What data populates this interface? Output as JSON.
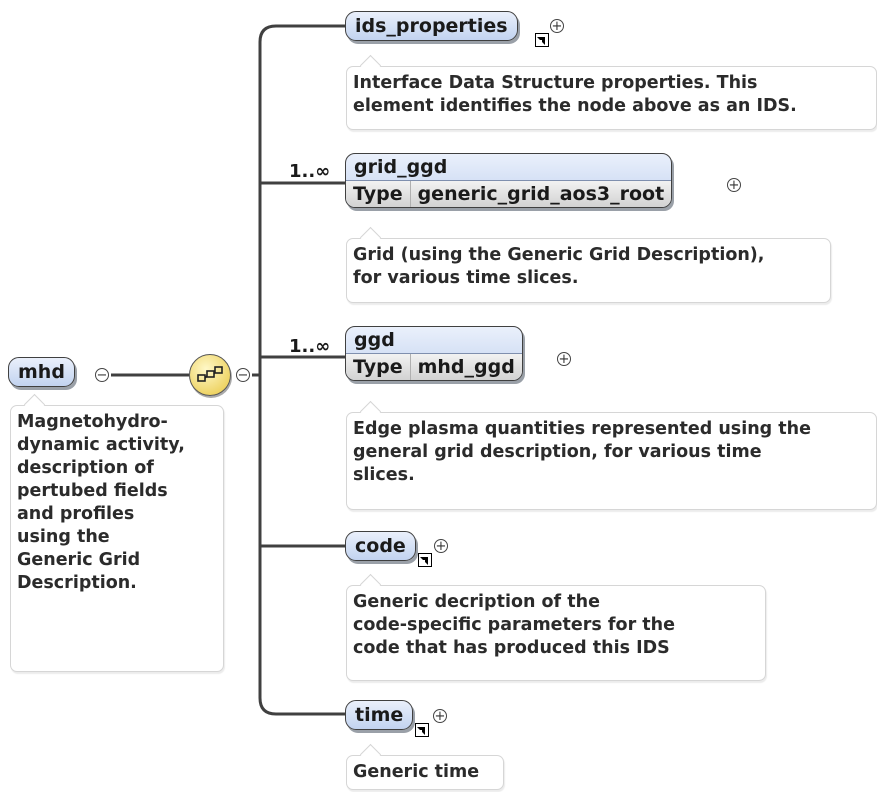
{
  "root": {
    "name": "mhd",
    "doc": [
      "Magnetohydro-",
      "dynamic activity,",
      "description of",
      "pertubed fields",
      "and profiles",
      "using the",
      "Generic Grid",
      "Description."
    ]
  },
  "compositor": {
    "icon": "sequence-icon"
  },
  "children": [
    {
      "name": "ids_properties",
      "is_reference": true,
      "doc": [
        "Interface Data Structure properties. This",
        "element identifies the node above as an IDS."
      ]
    },
    {
      "name": "grid_ggd",
      "multiplicity": "1..∞",
      "type_label": "Type",
      "type": "generic_grid_aos3_root",
      "doc": [
        "Grid (using the Generic Grid Description),",
        "for various time slices."
      ]
    },
    {
      "name": "ggd",
      "multiplicity": "1..∞",
      "type_label": "Type",
      "type": "mhd_ggd",
      "doc": [
        "Edge plasma quantities represented using the",
        "general grid description, for various time",
        "slices."
      ]
    },
    {
      "name": "code",
      "is_reference": true,
      "doc": [
        "Generic decription of the",
        "code-specific parameters for the",
        "code that has produced this IDS"
      ]
    },
    {
      "name": "time",
      "is_reference": true,
      "doc": [
        "Generic time"
      ]
    }
  ],
  "colors": {
    "node_top": "#eaf0fb",
    "node_bottom": "#c2d3f0",
    "line": "#404040",
    "seq_fill": "#e8c640"
  }
}
